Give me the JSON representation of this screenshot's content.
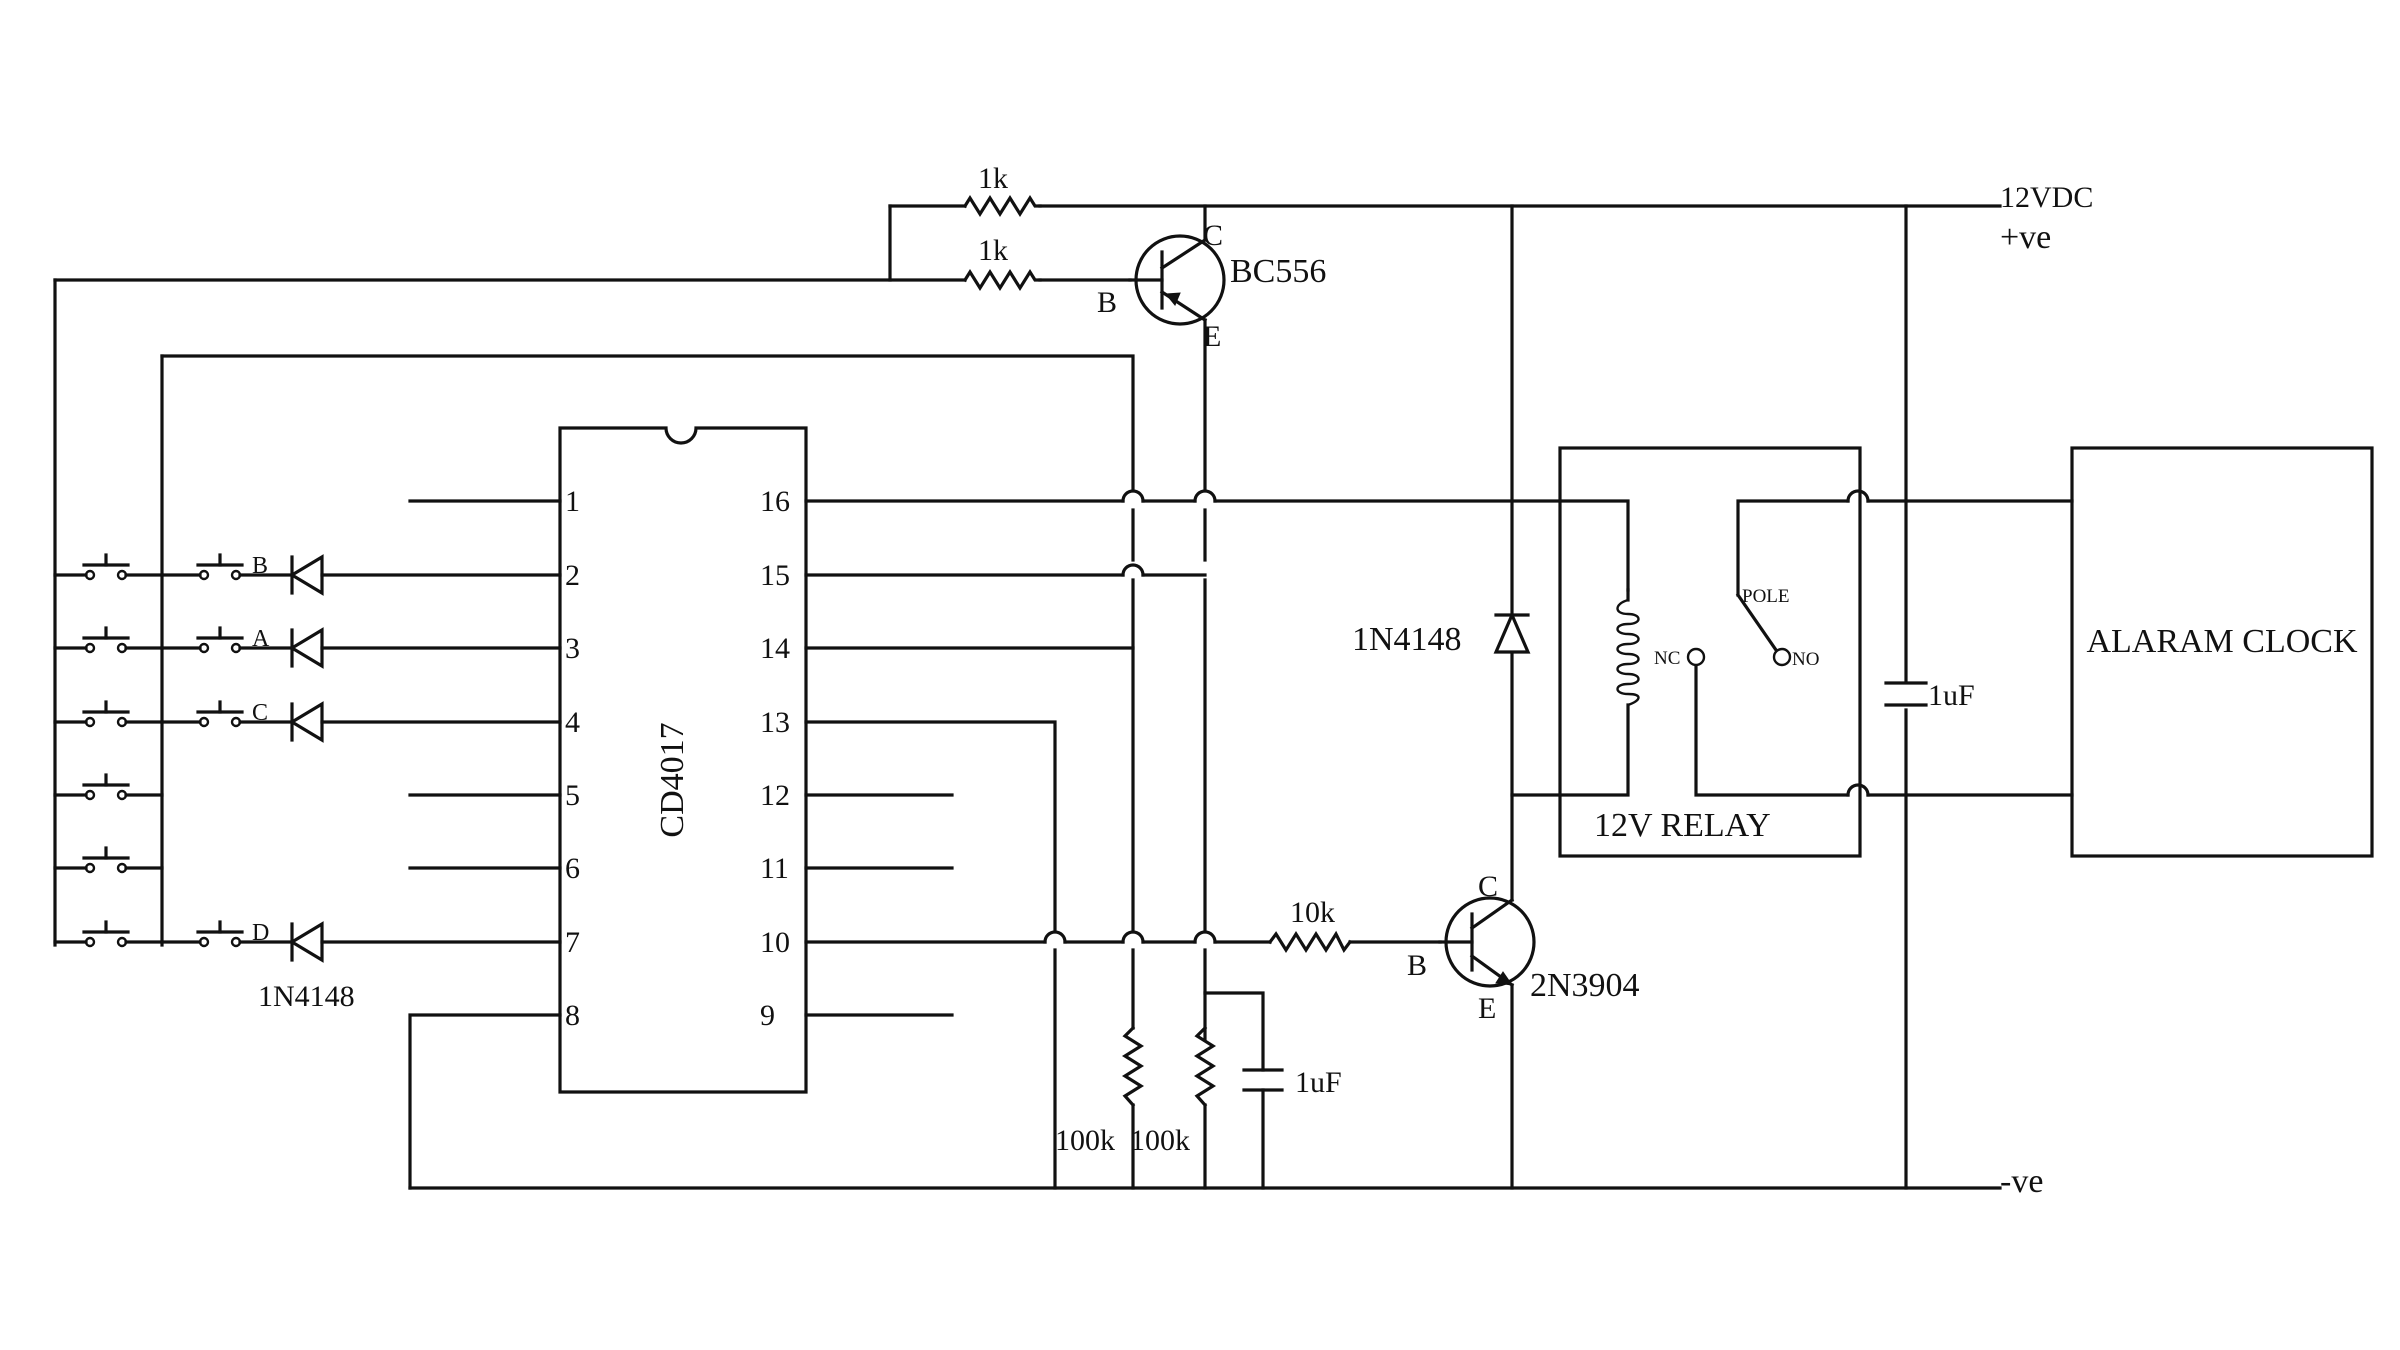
{
  "supply": {
    "positive_top": "12VDC",
    "positive_sub": "+ve",
    "negative": "-ve"
  },
  "ic": {
    "name": "CD4017",
    "pins_left": [
      "1",
      "2",
      "3",
      "4",
      "5",
      "6",
      "7",
      "8"
    ],
    "pins_right": [
      "16",
      "15",
      "14",
      "13",
      "12",
      "11",
      "10",
      "9"
    ]
  },
  "resistors": {
    "r1": "1k",
    "r2": "1k",
    "r3": "10k",
    "r4": "100k",
    "r5": "100k"
  },
  "transistors": {
    "q1": {
      "name": "BC556",
      "c": "C",
      "b": "B",
      "e": "E"
    },
    "q2": {
      "name": "2N3904",
      "c": "C",
      "b": "B",
      "e": "E"
    }
  },
  "diodes": {
    "flyback": "1N4148",
    "input": "1N4148"
  },
  "capacitors": {
    "c1": "1uF",
    "c2": "1uF"
  },
  "relay": {
    "name": "12V RELAY",
    "pole": "POLE",
    "nc": "NC",
    "no": "NO"
  },
  "clock": "ALARAM CLOCK",
  "switch_labels": {
    "b": "B",
    "a": "A",
    "c": "C",
    "d": "D"
  }
}
